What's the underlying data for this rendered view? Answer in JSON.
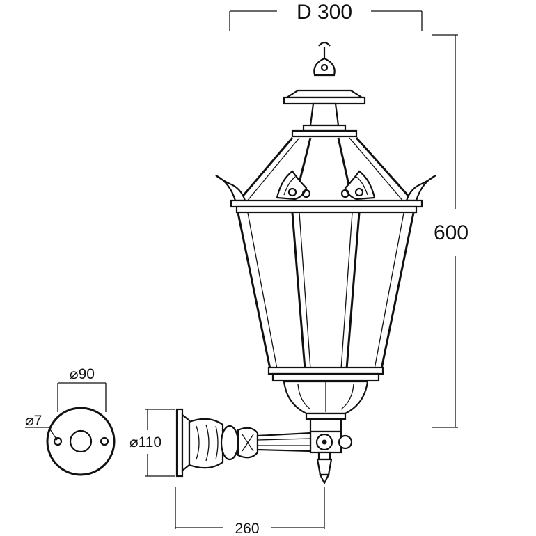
{
  "dimensions": {
    "diameter_top": "D 300",
    "height": "600",
    "base_plate_diameter": "⌀90",
    "hole_diameter": "⌀7",
    "bracket_diameter": "⌀110",
    "arm_length": "260"
  },
  "colors": {
    "line": "#111111",
    "background": "#ffffff"
  }
}
